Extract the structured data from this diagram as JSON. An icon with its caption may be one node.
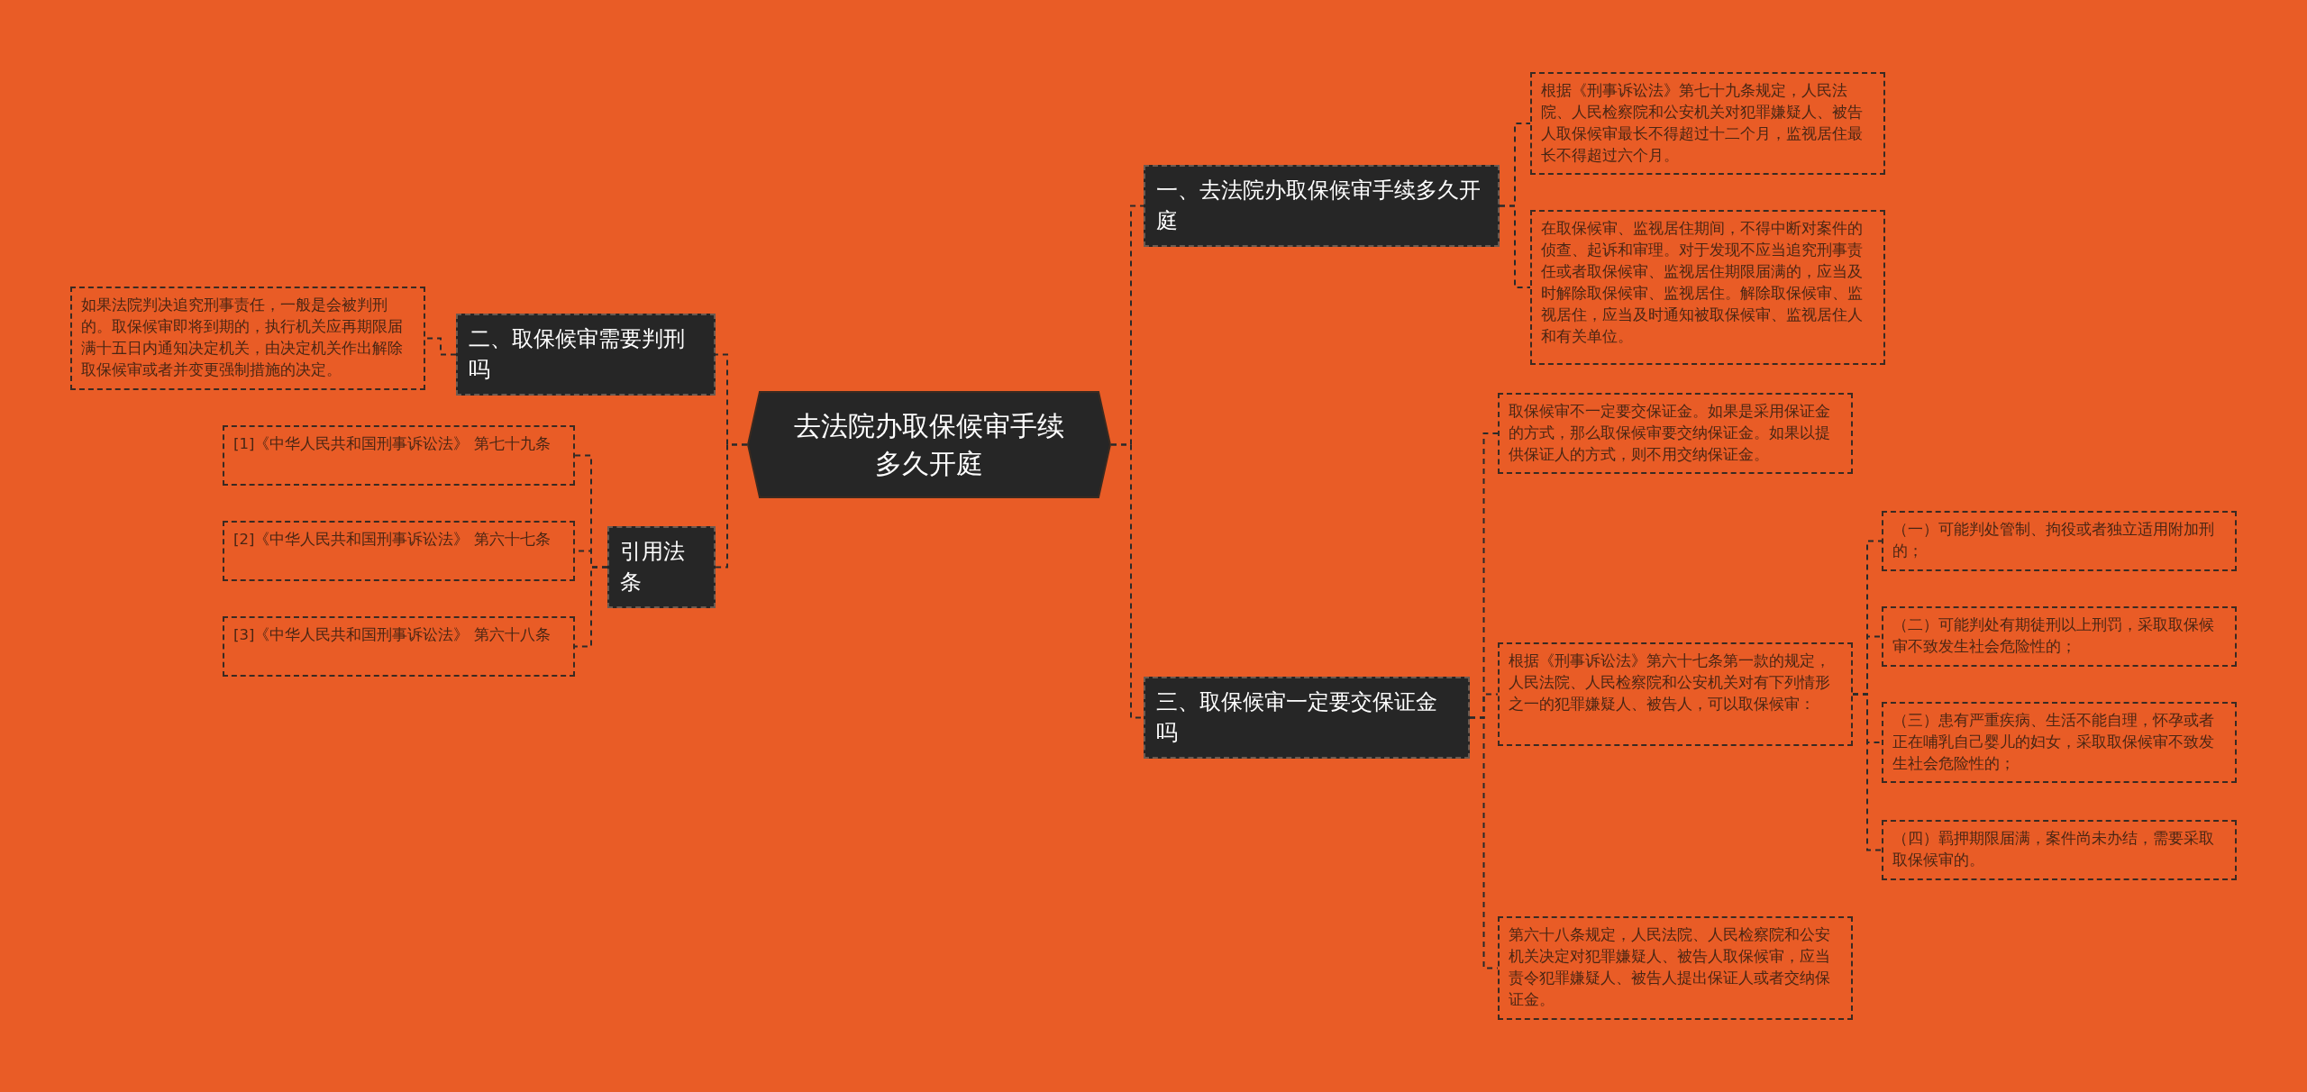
{
  "diagram": {
    "nodes": [
      {
        "text": [
          "去法院办取保候审手续多久开庭"
        ]
      },
      {
        "text": [
          "一、去法院办取保候审手续多久开庭"
        ]
      },
      {
        "text": [
          "根据《刑事诉讼法》第七十九条规定，人民法院、人民检察院和公安机关对犯罪嫌疑人、被告人取保候审最长不得超过十二个月，监视居住最长不得超过六个月。"
        ]
      },
      {
        "text": [
          "在取保候审、监视居住期间，不得中断对案件的侦查、起诉和审理。对于发现不应当追究刑事责任或者取保候审、监视居住期限届满的，应当及时解除取保候审、监视居住。解除取保候审、监视居住，应当及时通知被取保候审、监视居住人和有关单位。"
        ]
      },
      {
        "text": [
          "二、取保候审需要判刑吗"
        ]
      },
      {
        "text": [
          "如果法院判决追究刑事责任，一般是会被判刑的。取保候审即将到期的，执行机关应再期限届满十五日内通知决定机关，由决定机关作出解除取保候审或者并变更强制措施的决定。"
        ]
      },
      {
        "text": [
          "引用法条"
        ]
      },
      {
        "text": [
          "[1]《中华人民共和国刑事诉讼法》 第七十九条"
        ]
      },
      {
        "text": [
          "[2]《中华人民共和国刑事诉讼法》 第六十七条"
        ]
      },
      {
        "text": [
          "[3]《中华人民共和国刑事诉讼法》 第六十八条"
        ]
      },
      {
        "text": [
          "三、取保候审一定要交保证金吗"
        ]
      },
      {
        "text": [
          "取保候审不一定要交保证金。如果是采用保证金的方式，那么取保候审要交纳保证金。如果以提供保证人的方式，则不用交纳保证金。"
        ]
      },
      {
        "text": [
          "根据《刑事诉讼法》第六十七条第一款的规定，人民法院、人民检察院和公安机关对有下列情形之一的犯罪嫌疑人、被告人，可以取保候审："
        ]
      },
      {
        "text": [
          "（一）可能判处管制、拘役或者独立适用附加刑的；"
        ]
      },
      {
        "text": [
          "（二）可能判处有期徒刑以上刑罚，采取取保候审不致发生社会危险性的；"
        ]
      },
      {
        "text": [
          "（三）患有严重疾病、生活不能自理，怀孕或者正在哺乳自己婴儿的妇女，采取取保候审不致发生社会危险性的；"
        ]
      },
      {
        "text": [
          "（四）羁押期限届满，案件尚未办结，需要采取取保候审的。"
        ]
      },
      {
        "text": [
          "第六十八条规定，人民法院、人民检察院和公安机关决定对犯罪嫌疑人、被告人取保候审，应当责令犯罪嫌疑人、被告人提出保证人或者交纳保证金。"
        ]
      }
    ],
    "edges": [
      {
        "from": 0,
        "to": 1,
        "arrow": "none"
      },
      {
        "from": 1,
        "to": 2,
        "arrow": "none"
      },
      {
        "from": 1,
        "to": 3,
        "arrow": "none"
      },
      {
        "from": 0,
        "to": 4,
        "arrow": "none"
      },
      {
        "from": 4,
        "to": 5,
        "arrow": "none"
      },
      {
        "from": 0,
        "to": 6,
        "arrow": "none"
      },
      {
        "from": 6,
        "to": 7,
        "arrow": "none"
      },
      {
        "from": 6,
        "to": 8,
        "arrow": "none"
      },
      {
        "from": 6,
        "to": 9,
        "arrow": "none"
      },
      {
        "from": 0,
        "to": 10,
        "arrow": "none"
      },
      {
        "from": 10,
        "to": 11,
        "arrow": "none"
      },
      {
        "from": 10,
        "to": 12,
        "arrow": "none"
      },
      {
        "from": 12,
        "to": 13,
        "arrow": "none"
      },
      {
        "from": 12,
        "to": 14,
        "arrow": "none"
      },
      {
        "from": 12,
        "to": 15,
        "arrow": "none"
      },
      {
        "from": 12,
        "to": 16,
        "arrow": "none"
      },
      {
        "from": 10,
        "to": 17,
        "arrow": "none"
      }
    ]
  }
}
